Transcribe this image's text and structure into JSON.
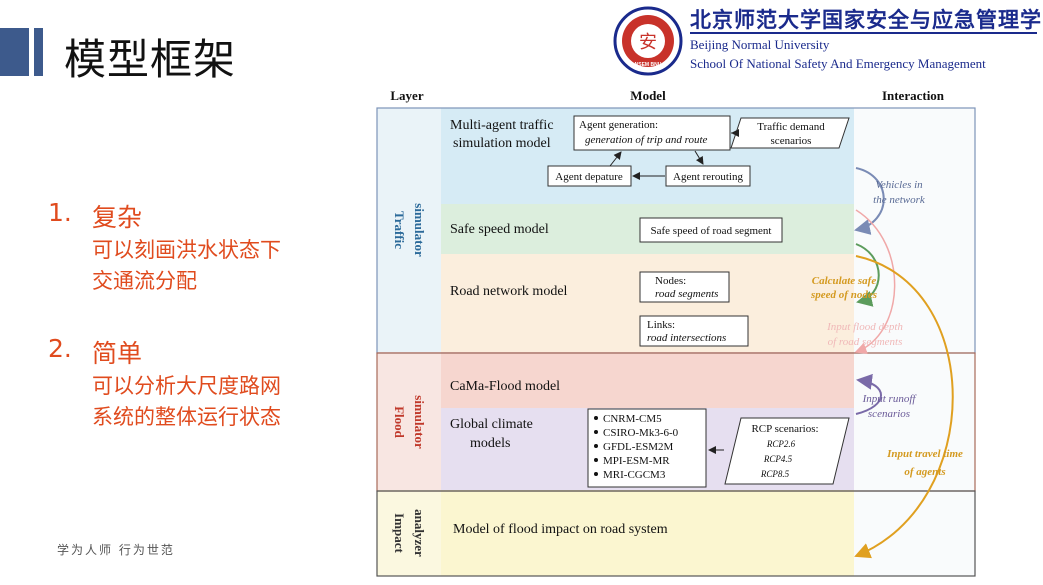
{
  "page": {
    "title": "模型框架",
    "motto": "学为人师 行为世范"
  },
  "university": {
    "name_cn": "北京师范大学国家安全与应急管理学院",
    "name_en_1": "Beijing Normal University",
    "name_en_2": "School Of National Safety And Emergency Management",
    "logo_text": "NSEM BNU"
  },
  "points": [
    {
      "num": "1.",
      "head": "复杂",
      "lines": [
        "可以刻画洪水状态下",
        "交通流分配"
      ]
    },
    {
      "num": "2.",
      "head": "简单",
      "lines": [
        "可以分析大尺度路网",
        "系统的整体运行状态"
      ]
    }
  ],
  "figure": {
    "headers": {
      "layer": "Layer",
      "model": "Model",
      "interaction": "Interaction"
    },
    "layers": {
      "traffic": [
        "Traffic",
        "simulator"
      ],
      "flood": [
        "Flood",
        "simulator"
      ],
      "impact": [
        "Impact",
        "analyzer"
      ]
    },
    "models": {
      "multi_agent": [
        "Multi-agent traffic",
        "simulation model"
      ],
      "safe_speed": "Safe speed model",
      "road_network": "Road network model",
      "cama_flood": "CaMa-Flood model",
      "global_climate": [
        "Global climate",
        "models"
      ],
      "impact": "Model of flood impact on road system"
    },
    "boxes": {
      "agent_gen_title": "Agent generation:",
      "agent_gen_sub": "generation of trip and route",
      "traffic_demand": [
        "Traffic demand",
        "scenarios"
      ],
      "agent_departure": "Agent depature",
      "agent_rerouting": "Agent rerouting",
      "safe_speed_seg": "Safe speed of road segment",
      "nodes_title": "Nodes:",
      "nodes_sub": "road segments",
      "links_title": "Links:",
      "links_sub": "road intersections",
      "gcm_list": [
        "CNRM-CM5",
        "CSIRO-Mk3-6-0",
        "GFDL-ESM2M",
        "MPI-ESM-MR",
        "MRI-CGCM3"
      ],
      "rcp_title": "RCP scenarios:",
      "rcp_list": [
        "RCP2.6",
        "RCP4.5",
        "RCP8.5"
      ]
    },
    "interactions": {
      "vehicles": [
        "Vehicles in",
        "the network"
      ],
      "calc_safe": [
        "Calculate safe",
        "speed of nodes"
      ],
      "input_depth": [
        "Input flood depth",
        "of road segments"
      ],
      "input_runoff": [
        "Input runoff",
        "scenarios"
      ],
      "input_travel": [
        "Input travel time",
        "of agents"
      ]
    },
    "colors": {
      "traffic_band": "#d6ebf5",
      "safe_band": "#dceedd",
      "road_band": "#fbeedd",
      "cama_band": "#f6d6cf",
      "climate_band": "#e6dff0",
      "impact_band": "#fbf6d0",
      "arrow_blue": "#7a8bb5",
      "arrow_green": "#5c9c5c",
      "arrow_orange": "#e0a020",
      "arrow_pink": "#f0a8a8",
      "arrow_purple": "#7a6aa8"
    }
  }
}
